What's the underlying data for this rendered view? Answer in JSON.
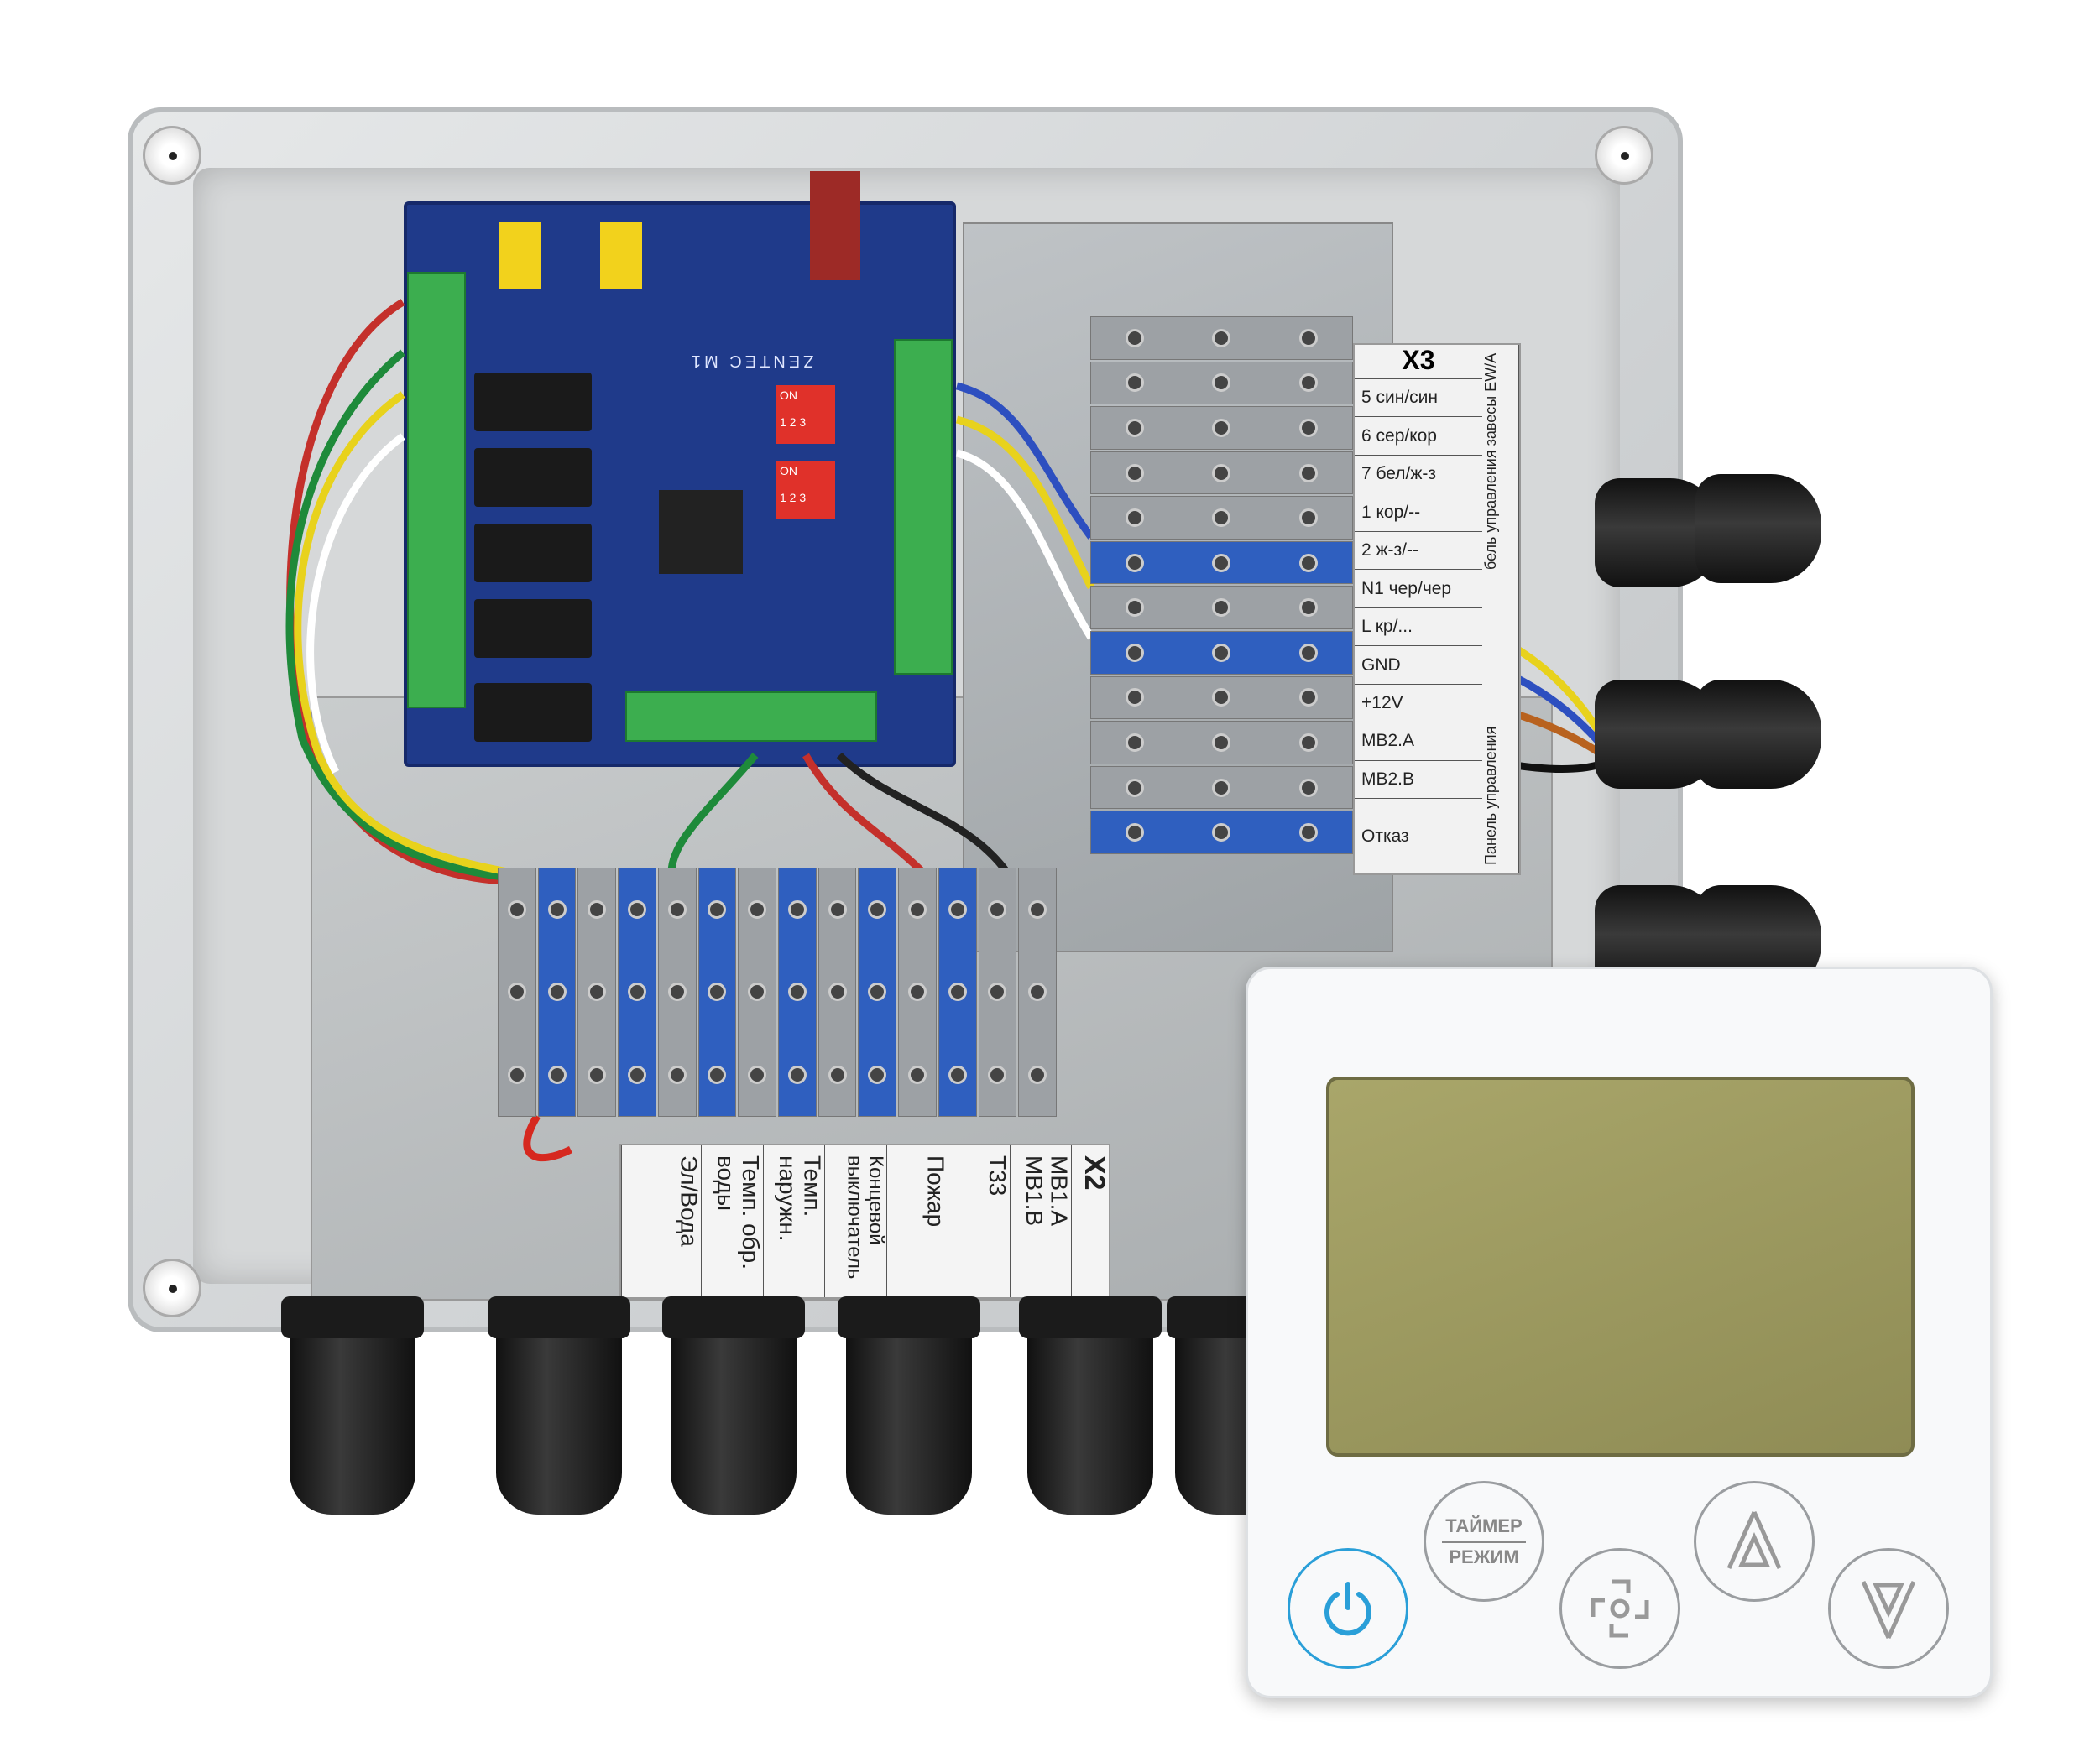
{
  "pcb": {
    "logo": "ZENTEC M1",
    "dip_label": "ON",
    "dip_numbers": "1 2 3"
  },
  "x3_label": {
    "title": "X3",
    "rows": [
      "5 син/син",
      "6 сер/кор",
      "7 бел/ж-з",
      "1 кор/--",
      "2 ж-з/--",
      "N1 чер/чер",
      "L кр/...",
      "GND",
      "+12V",
      "MB2.A",
      "MB2.B",
      "Отказ"
    ],
    "side_top": "бель управления завесы EW/A",
    "side_bottom": "Панель управления"
  },
  "x2_label": {
    "title": "X2",
    "columns": [
      "MB1.A MB1.B",
      "Т33",
      "Пожар",
      "Концевой выключатель",
      "Темп. наружн.",
      "Темп. обр. воды",
      "Эл/Вода"
    ]
  },
  "controller": {
    "timer_label": "ТАЙМЕР",
    "mode_label": "РЕЖИМ",
    "accent": "#2a9fd8",
    "lcd_color": "#a9a66a"
  }
}
